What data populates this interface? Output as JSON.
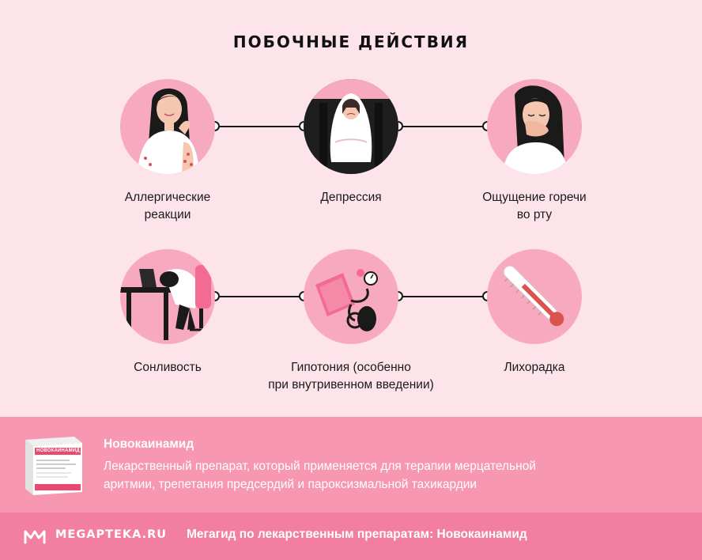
{
  "title": "ПОБОЧНЫЕ ДЕЙСТВИЯ",
  "effects": [
    {
      "label_line1": "Аллергические",
      "label_line2": "реакции"
    },
    {
      "label_line1": "Депрессия",
      "label_line2": ""
    },
    {
      "label_line1": "Ощущение горечи",
      "label_line2": "во рту"
    },
    {
      "label_line1": "Сонливость",
      "label_line2": ""
    },
    {
      "label_line1": "Гипотония (особенно",
      "label_line2": "при внутривенном введении)"
    },
    {
      "label_line1": "Лихорадка",
      "label_line2": ""
    }
  ],
  "drug": {
    "name": "Новокаинамид",
    "description_line1": "Лекарственный препарат, который применяется для терапии мерцательной",
    "description_line2": "аритмии, трепетания предсердий и пароксизмальной тахикардии",
    "box_label": "НОВОКАИНАМИД"
  },
  "footer": {
    "brand": "MEGAPTEKA.RU",
    "text": "Мегагид по лекарственным препаратам: Новокаинамид"
  },
  "colors": {
    "background": "#fde4ea",
    "circle": "#f7a9bf",
    "band": "#f797b2",
    "footer": "#f27fa1"
  },
  "icons": [
    "allergy-woman-icon",
    "depressed-woman-icon",
    "bitter-taste-woman-icon",
    "sleepy-woman-icon",
    "tonometer-icon",
    "thermometer-icon"
  ]
}
